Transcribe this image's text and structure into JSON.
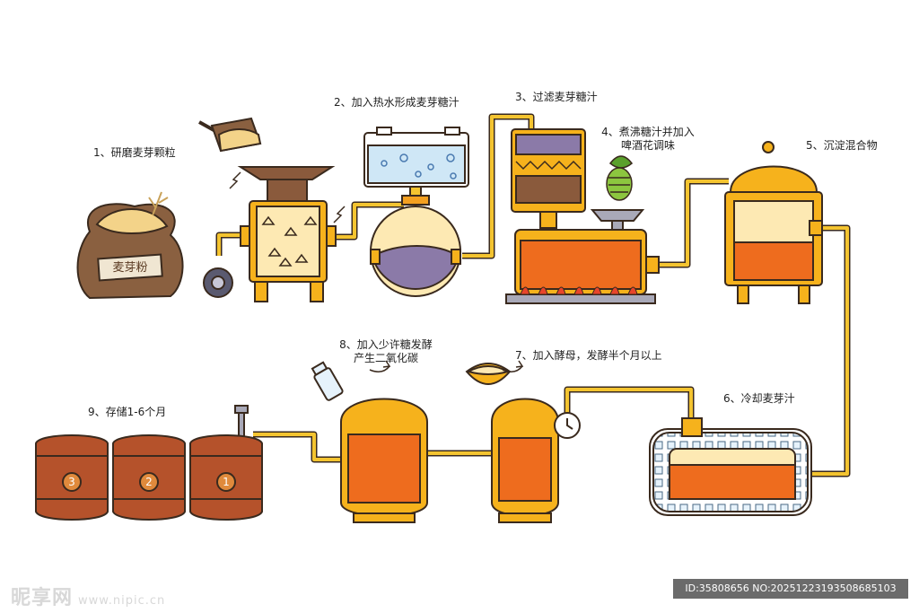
{
  "steps": [
    {
      "id": "1",
      "text": "1、研磨麦芽颗粒"
    },
    {
      "id": "2",
      "text": "2、加入热水形成麦芽糖汁"
    },
    {
      "id": "3",
      "text": "3、过滤麦芽糖汁"
    },
    {
      "id": "4",
      "line1": "4、煮沸糖汁并加入",
      "line2": "啤酒花调味"
    },
    {
      "id": "5",
      "text": "5、沉淀混合物"
    },
    {
      "id": "6",
      "text": "6、冷却麦芽汁"
    },
    {
      "id": "7",
      "text": "7、加入酵母，发酵半个月以上"
    },
    {
      "id": "8",
      "line1": "8、加入少许糖发酵",
      "line2": "产生二氧化碳"
    },
    {
      "id": "9",
      "text": "9、存储1-6个月"
    }
  ],
  "sack_label": "麦芽粉",
  "barrels": [
    "3",
    "2",
    "1"
  ],
  "watermark": {
    "site": "昵享网",
    "url": "www.nipic.cn"
  },
  "id_bar": "ID:35808656 NO:20251223193508685103",
  "colors": {
    "pipe": "#f4c430",
    "outline": "#3a2a1e",
    "wort": "#ee6c1e",
    "purple": "#8b7aa8",
    "barrel": "#b5522b",
    "tank": "#f6b21c"
  }
}
